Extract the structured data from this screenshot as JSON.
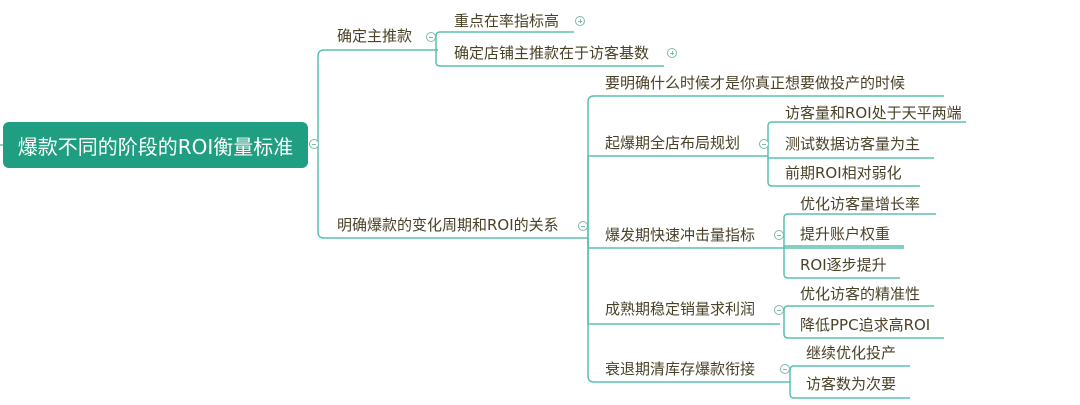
{
  "mindmap": {
    "root": {
      "label": "爆款不同的阶段的ROI衡量标准"
    },
    "branches": [
      {
        "label": "确定主推款",
        "children": [
          {
            "label": "重点在率指标高",
            "collapsed": true
          },
          {
            "label": "确定店铺主推款在于访客基数",
            "collapsed": true
          }
        ]
      },
      {
        "label": "明确爆款的变化周期和ROI的关系",
        "children": [
          {
            "label": "要明确什么时候才是你真正想要做投产的时候"
          },
          {
            "label": "起爆期全店布局规划",
            "children": [
              "访客量和ROI处于天平两端",
              "测试数据访客量为主",
              "前期ROI相对弱化"
            ]
          },
          {
            "label": "爆发期快速冲击量指标",
            "children": [
              "优化访客量增长率",
              "提升账户权重",
              "ROI逐步提升"
            ]
          },
          {
            "label": "成熟期稳定销量求利润",
            "children": [
              "优化访客的精准性",
              "降低PPC追求高ROI"
            ]
          },
          {
            "label": "衰退期清库存爆款衔接",
            "children": [
              "继续优化投产",
              "访客数为次要"
            ]
          }
        ]
      }
    ],
    "colors": {
      "root_bg": "#1f9e82",
      "root_text": "#ffffff",
      "line": "#5cc1ad",
      "text": "#4a4228"
    }
  }
}
